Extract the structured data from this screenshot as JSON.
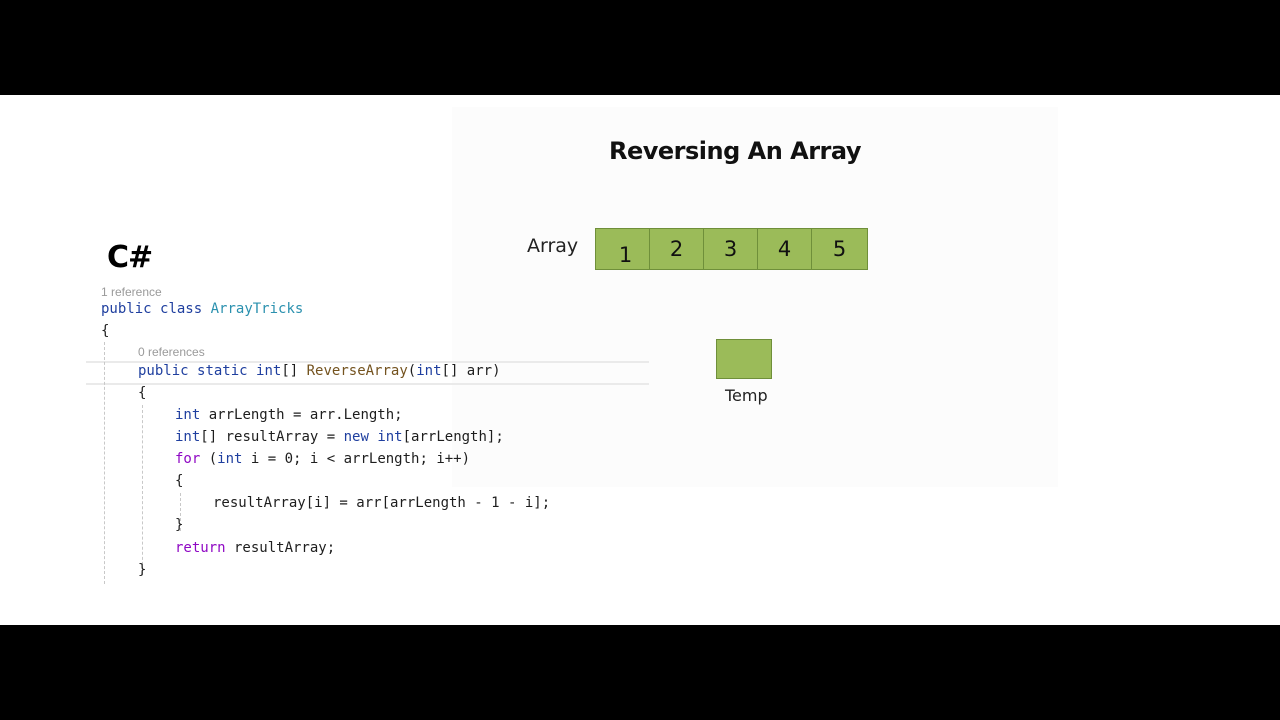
{
  "diagram": {
    "title": "Reversing An Array",
    "array_label": "Array",
    "array_values": [
      "1",
      "2",
      "3",
      "4",
      "5"
    ],
    "temp_label": "Temp",
    "colors": {
      "cell_fill": "#9bbb59",
      "cell_border": "#6f8f3a"
    }
  },
  "code_panel": {
    "language": "C#",
    "lens_class": "1 reference",
    "lens_method": "0 references",
    "lines": [
      "public class ArrayTricks",
      "{",
      "public static int[] ReverseArray(int[] arr)",
      "{",
      "int arrLength = arr.Length;",
      "int[] resultArray = new int[arrLength];",
      "for (int i = 0; i < arrLength; i++)",
      "{",
      "resultArray[i] = arr[arrLength - 1 - i];",
      "}",
      "return resultArray;",
      "}"
    ]
  }
}
